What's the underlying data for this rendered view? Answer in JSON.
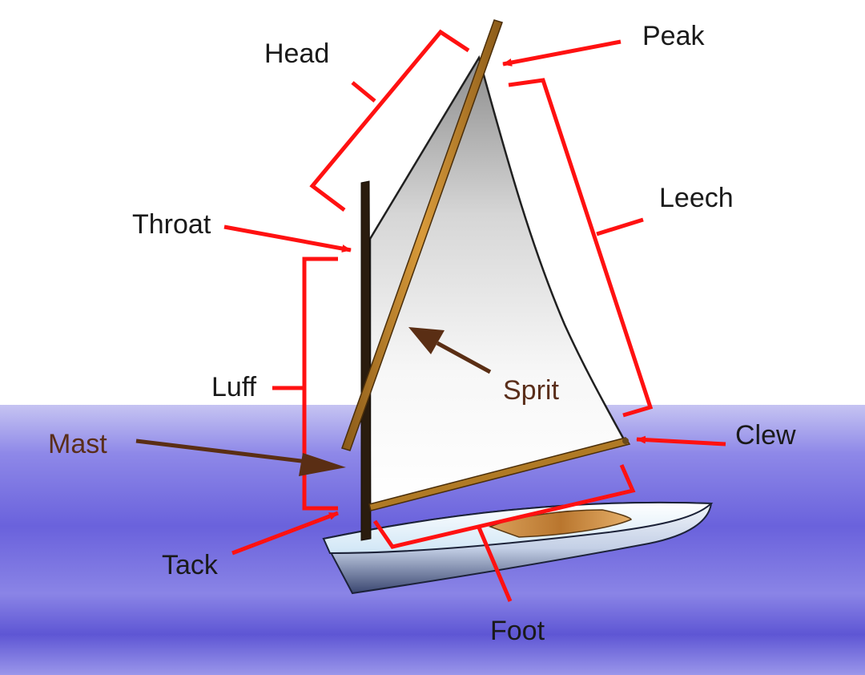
{
  "labels": {
    "head": "Head",
    "peak": "Peak",
    "leech": "Leech",
    "throat": "Throat",
    "luff": "Luff",
    "sprit": "Sprit",
    "mast": "Mast",
    "clew": "Clew",
    "tack": "Tack",
    "foot": "Foot"
  },
  "colors": {
    "sail_label": "#1a1a1a",
    "spar_label": "#5a2e1a",
    "bracket": "#ff1111",
    "spar_arrow": "#5a2e14",
    "sprit": "#b07a25",
    "mast": "#2a1c0e",
    "water": "#6a64dc",
    "sail": "#ececec"
  }
}
